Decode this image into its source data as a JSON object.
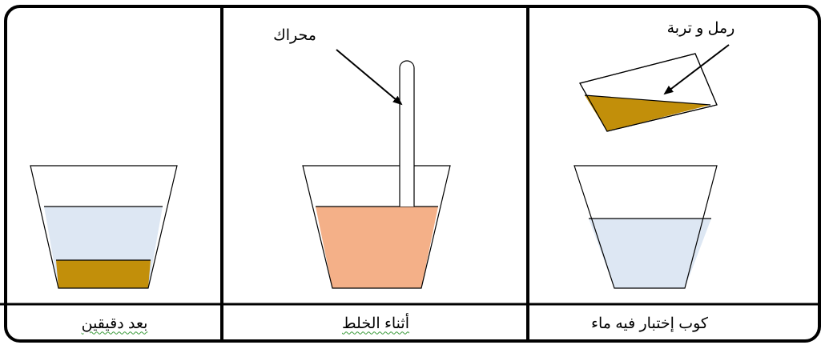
{
  "panels": [
    {
      "id": "after-minutes",
      "caption": "بعد دقيقين",
      "water_color": "#dde7f3",
      "sediment_color": "#c28f0a"
    },
    {
      "id": "while-mixing",
      "caption": "أثناء الخلط",
      "mixture_color": "#f4b088",
      "callout": "محراك"
    },
    {
      "id": "test-cup-with-water",
      "caption": "كوب إختبار فيه ماء",
      "water_color": "#dde7f3",
      "callout": "رمل و تربة",
      "sand_color": "#c28f0a"
    }
  ]
}
